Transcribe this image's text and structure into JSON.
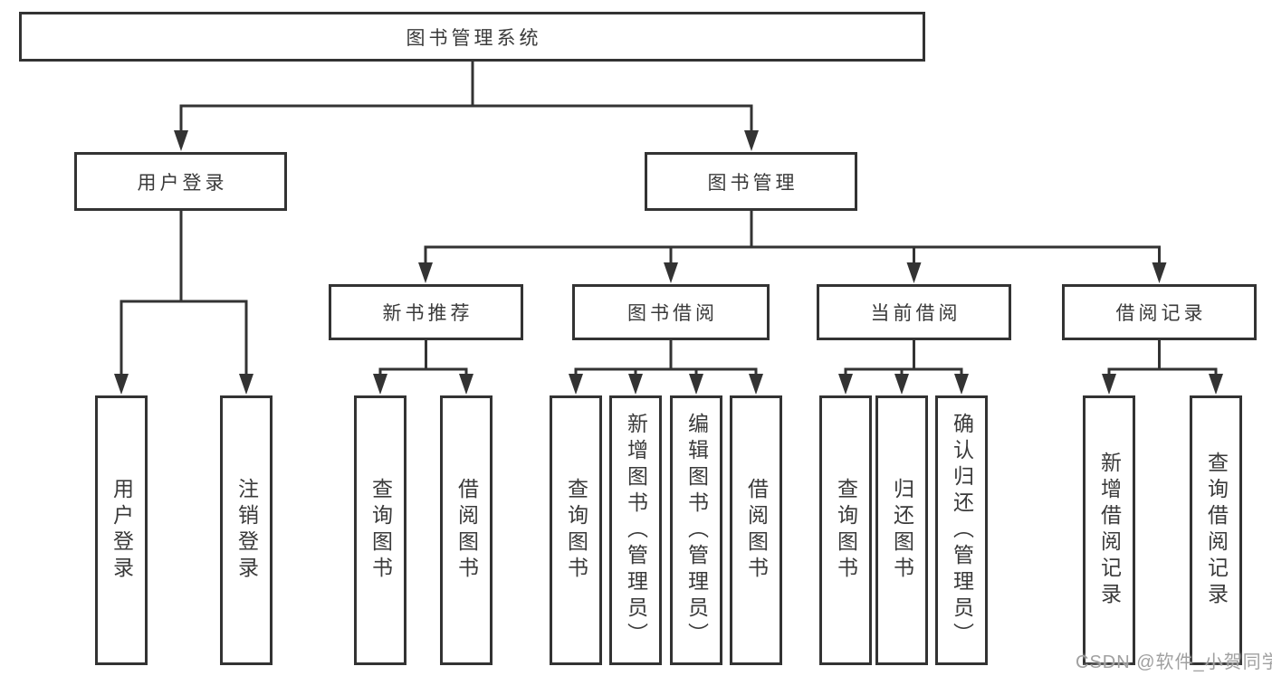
{
  "diagram": {
    "root": "图书管理系统",
    "branches": [
      {
        "label": "用户登录",
        "children": [
          "用户登录",
          "注销登录"
        ]
      },
      {
        "label": "图书管理",
        "sections": [
          {
            "label": "新书推荐",
            "children": [
              "查询图书",
              "借阅图书"
            ]
          },
          {
            "label": "图书借阅",
            "children": [
              "查询图书",
              "新增图书（管理员）",
              "编辑图书（管理员）",
              "借阅图书"
            ]
          },
          {
            "label": "当前借阅",
            "children": [
              "查询图书",
              "归还图书",
              "确认归还（管理员）"
            ]
          },
          {
            "label": "借阅记录",
            "children": [
              "新增借阅记录",
              "查询借阅记录"
            ]
          }
        ]
      }
    ]
  },
  "watermark": "CSDN @软件_小贺同学",
  "colors": {
    "line": "#333333",
    "box_border": "#333333",
    "box_fill": "#ffffff",
    "text": "#3a3a3a",
    "watermark": "#a0a0a0",
    "background": "#ffffff"
  }
}
